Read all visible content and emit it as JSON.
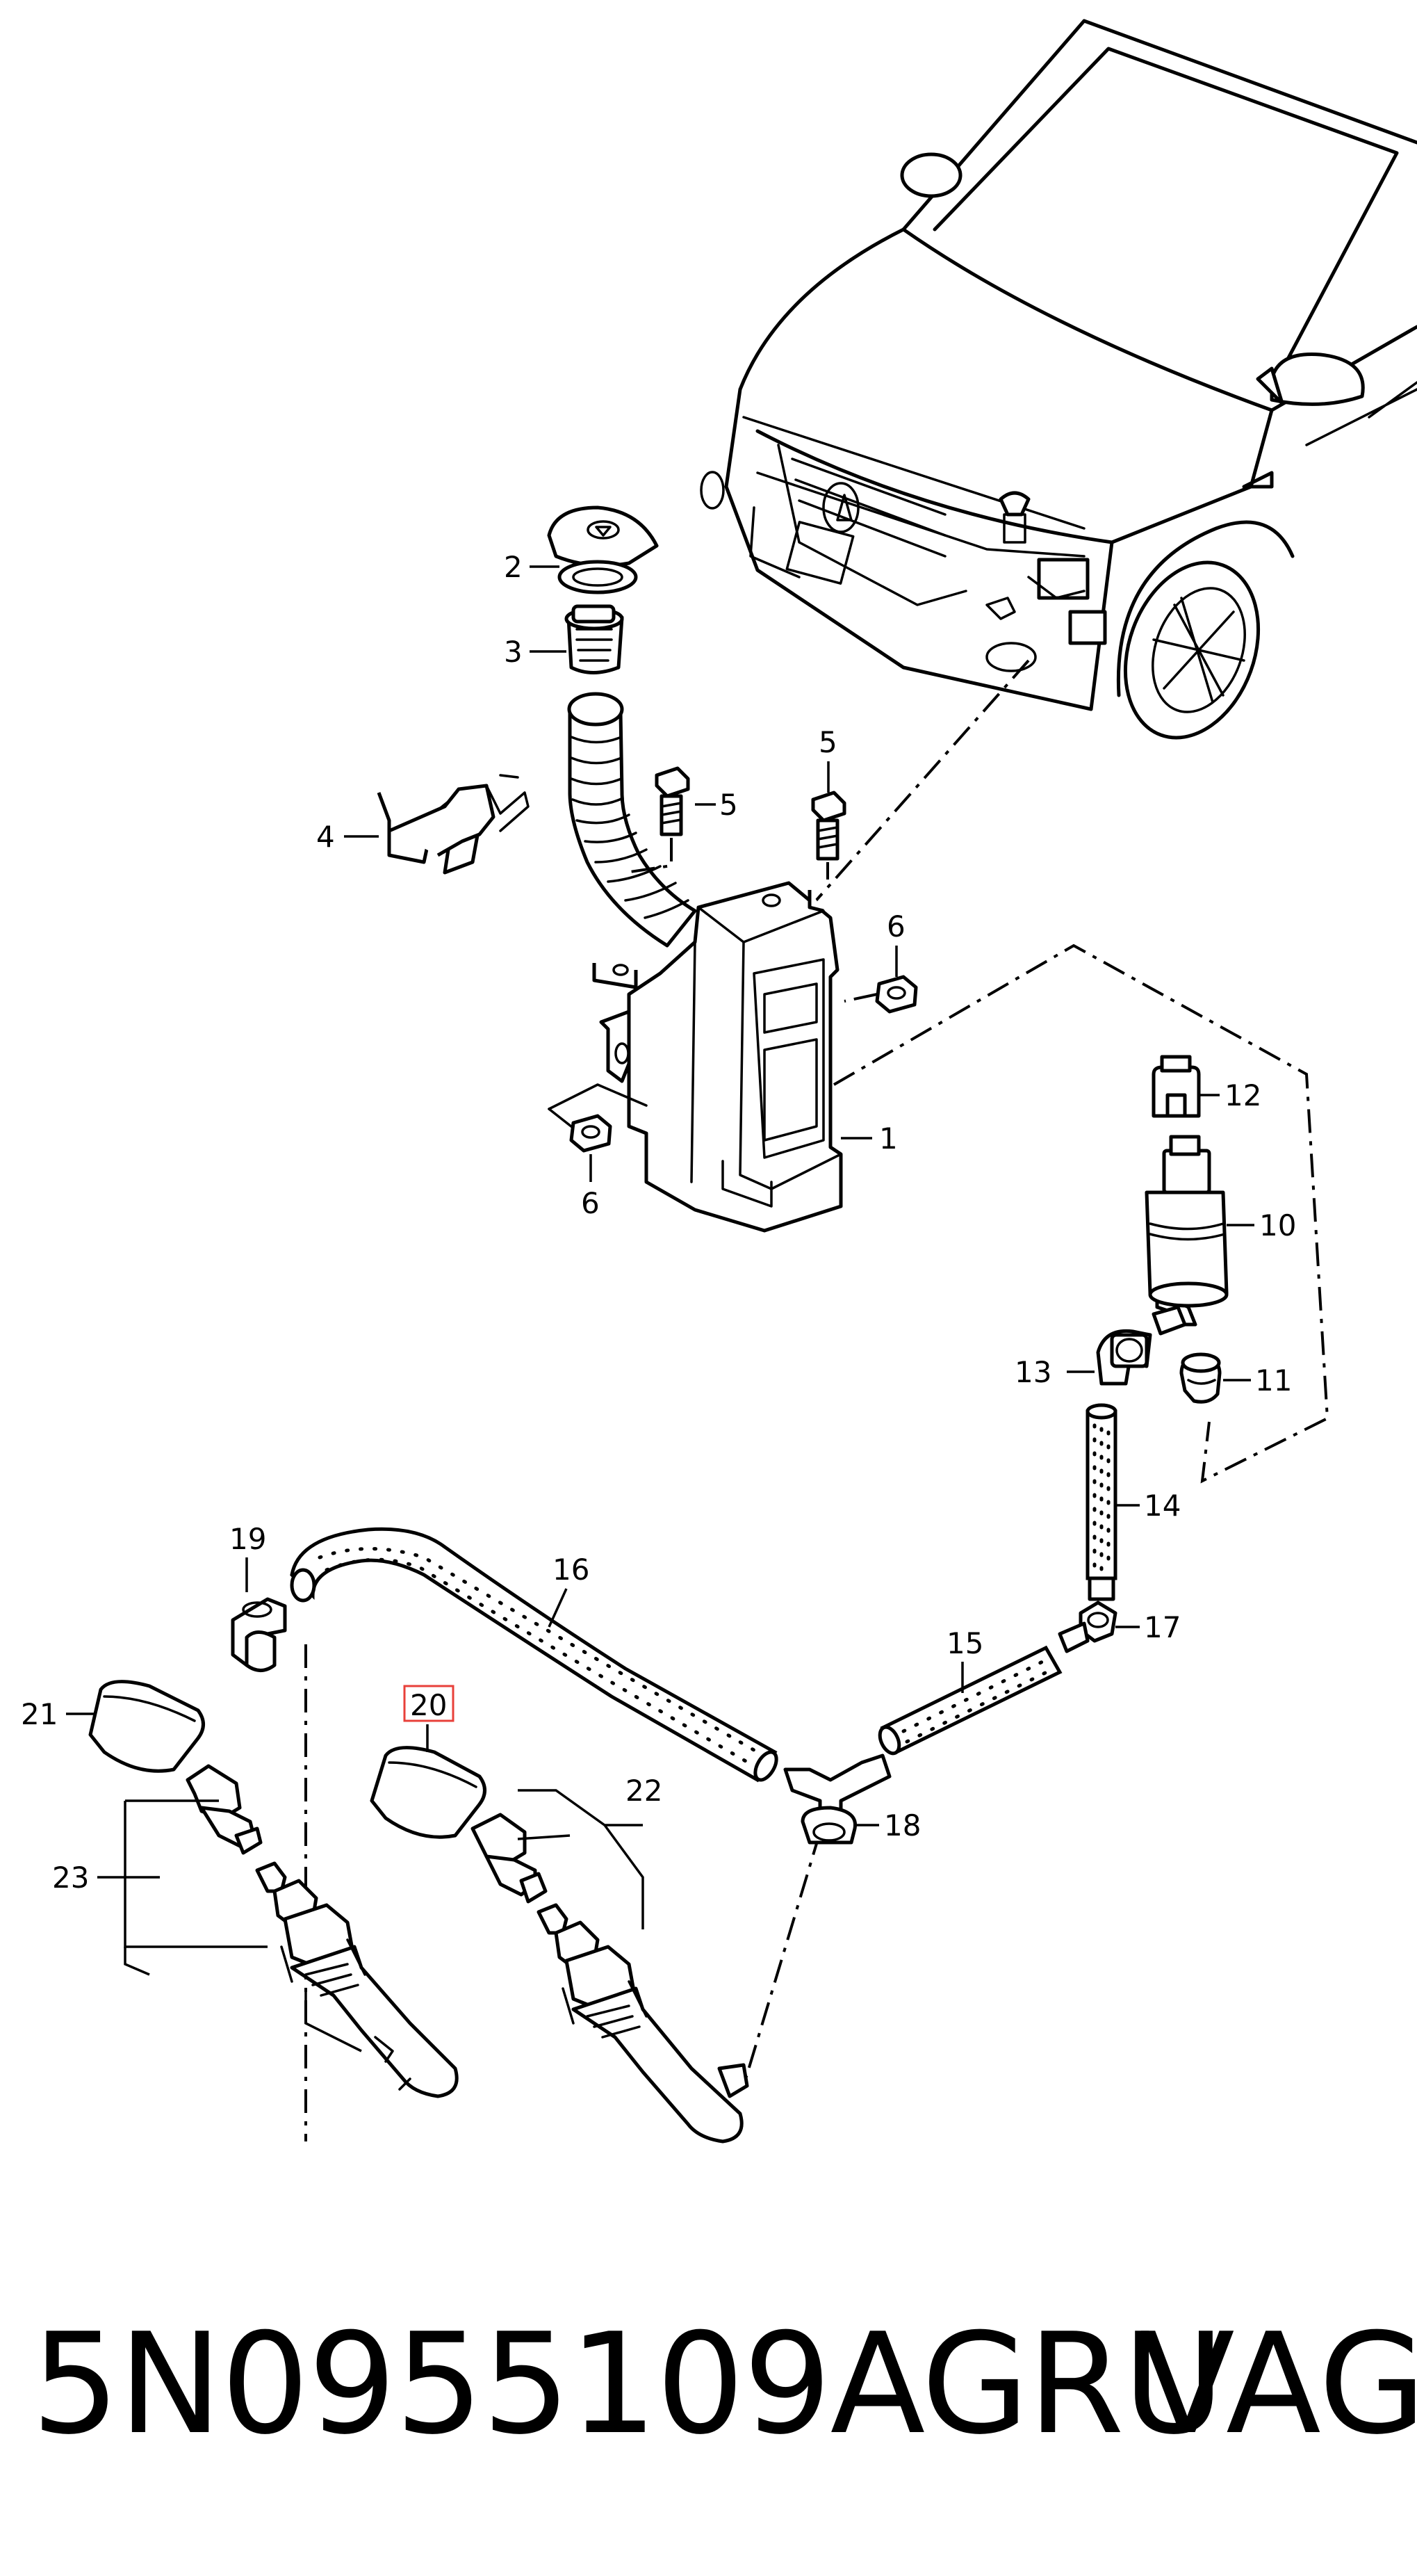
{
  "callouts": {
    "c1": "1",
    "c2": "2",
    "c3": "3",
    "c4": "4",
    "c5a": "5",
    "c5b": "5",
    "c6a": "6",
    "c6b": "6",
    "c10": "10",
    "c11": "11",
    "c12": "12",
    "c13": "13",
    "c14": "14",
    "c15": "15",
    "c16": "16",
    "c17": "17",
    "c18": "18",
    "c19": "19",
    "c20": "20",
    "c21": "21",
    "c22": "22",
    "c23": "23"
  },
  "highlight_color": "#e8403a",
  "footer": {
    "part_number": "5N0955109AGRU",
    "brand": "VAG"
  }
}
